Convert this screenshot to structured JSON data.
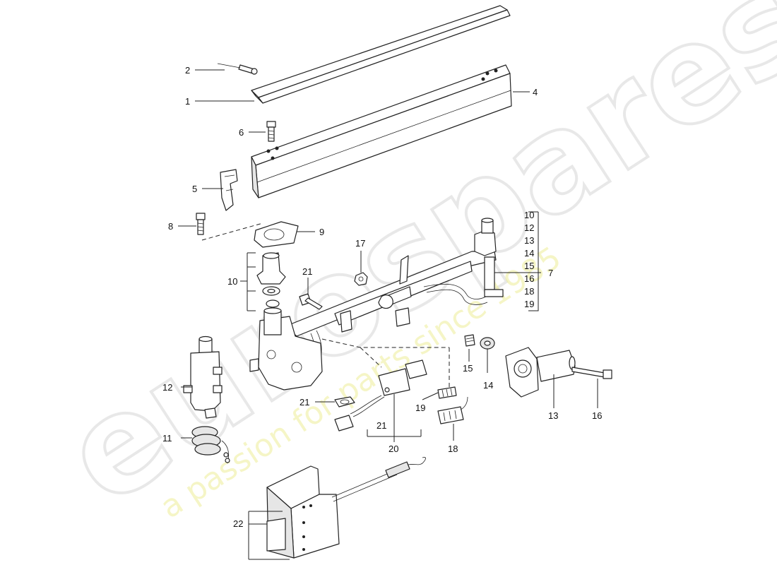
{
  "watermark": {
    "logo": "eurospares",
    "tagline": "a passion for parts since 1985",
    "tagline_color": "#eeee99",
    "logo_color": "#d6d6d6"
  },
  "callouts": {
    "c1": "1",
    "c2": "2",
    "c4": "4",
    "c5": "5",
    "c6": "6",
    "c7": "7",
    "c8": "8",
    "c9": "9",
    "c10": "10",
    "c11": "11",
    "c12": "12",
    "c13": "13",
    "c14": "14",
    "c15": "15",
    "c16": "16",
    "c17": "17",
    "c18": "18",
    "c19": "19",
    "c20": "20",
    "c21a": "21",
    "c21b": "21",
    "c21c": "21",
    "c22": "22"
  },
  "group_7_list": [
    "10",
    "12",
    "13",
    "14",
    "15",
    "16",
    "18",
    "19"
  ]
}
